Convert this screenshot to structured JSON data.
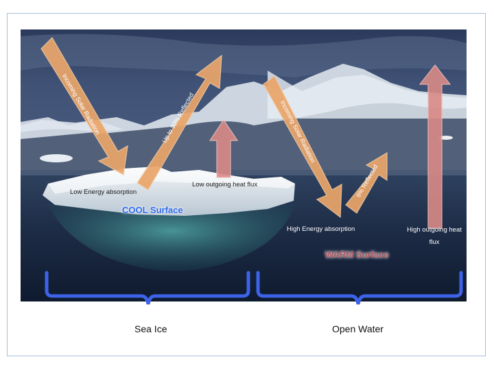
{
  "arrows": {
    "incoming_left": "Incoming Solar Radiation",
    "reflected_left": "Up to 90% Reflected",
    "incoming_right": "Incoming Solar Radiation",
    "reflected_right": "6% Reflected"
  },
  "labels": {
    "low_absorption": "Low Energy absorption",
    "low_heat_flux": "Low outgoing heat flux",
    "high_absorption": "High Energy absorption",
    "high_heat_flux": "High outgoing heat flux"
  },
  "surfaces": {
    "cool": "COOL Surface",
    "warm": "WARM Surface"
  },
  "regions": {
    "sea_ice": "Sea Ice",
    "open_water": "Open Water"
  },
  "colors": {
    "orange_arrow": "#e9a56a",
    "red_arrow": "#d98a86",
    "brace_blue": "#3d63e8",
    "cool_text": "#2f6cf0",
    "warm_text": "#b1565f"
  }
}
